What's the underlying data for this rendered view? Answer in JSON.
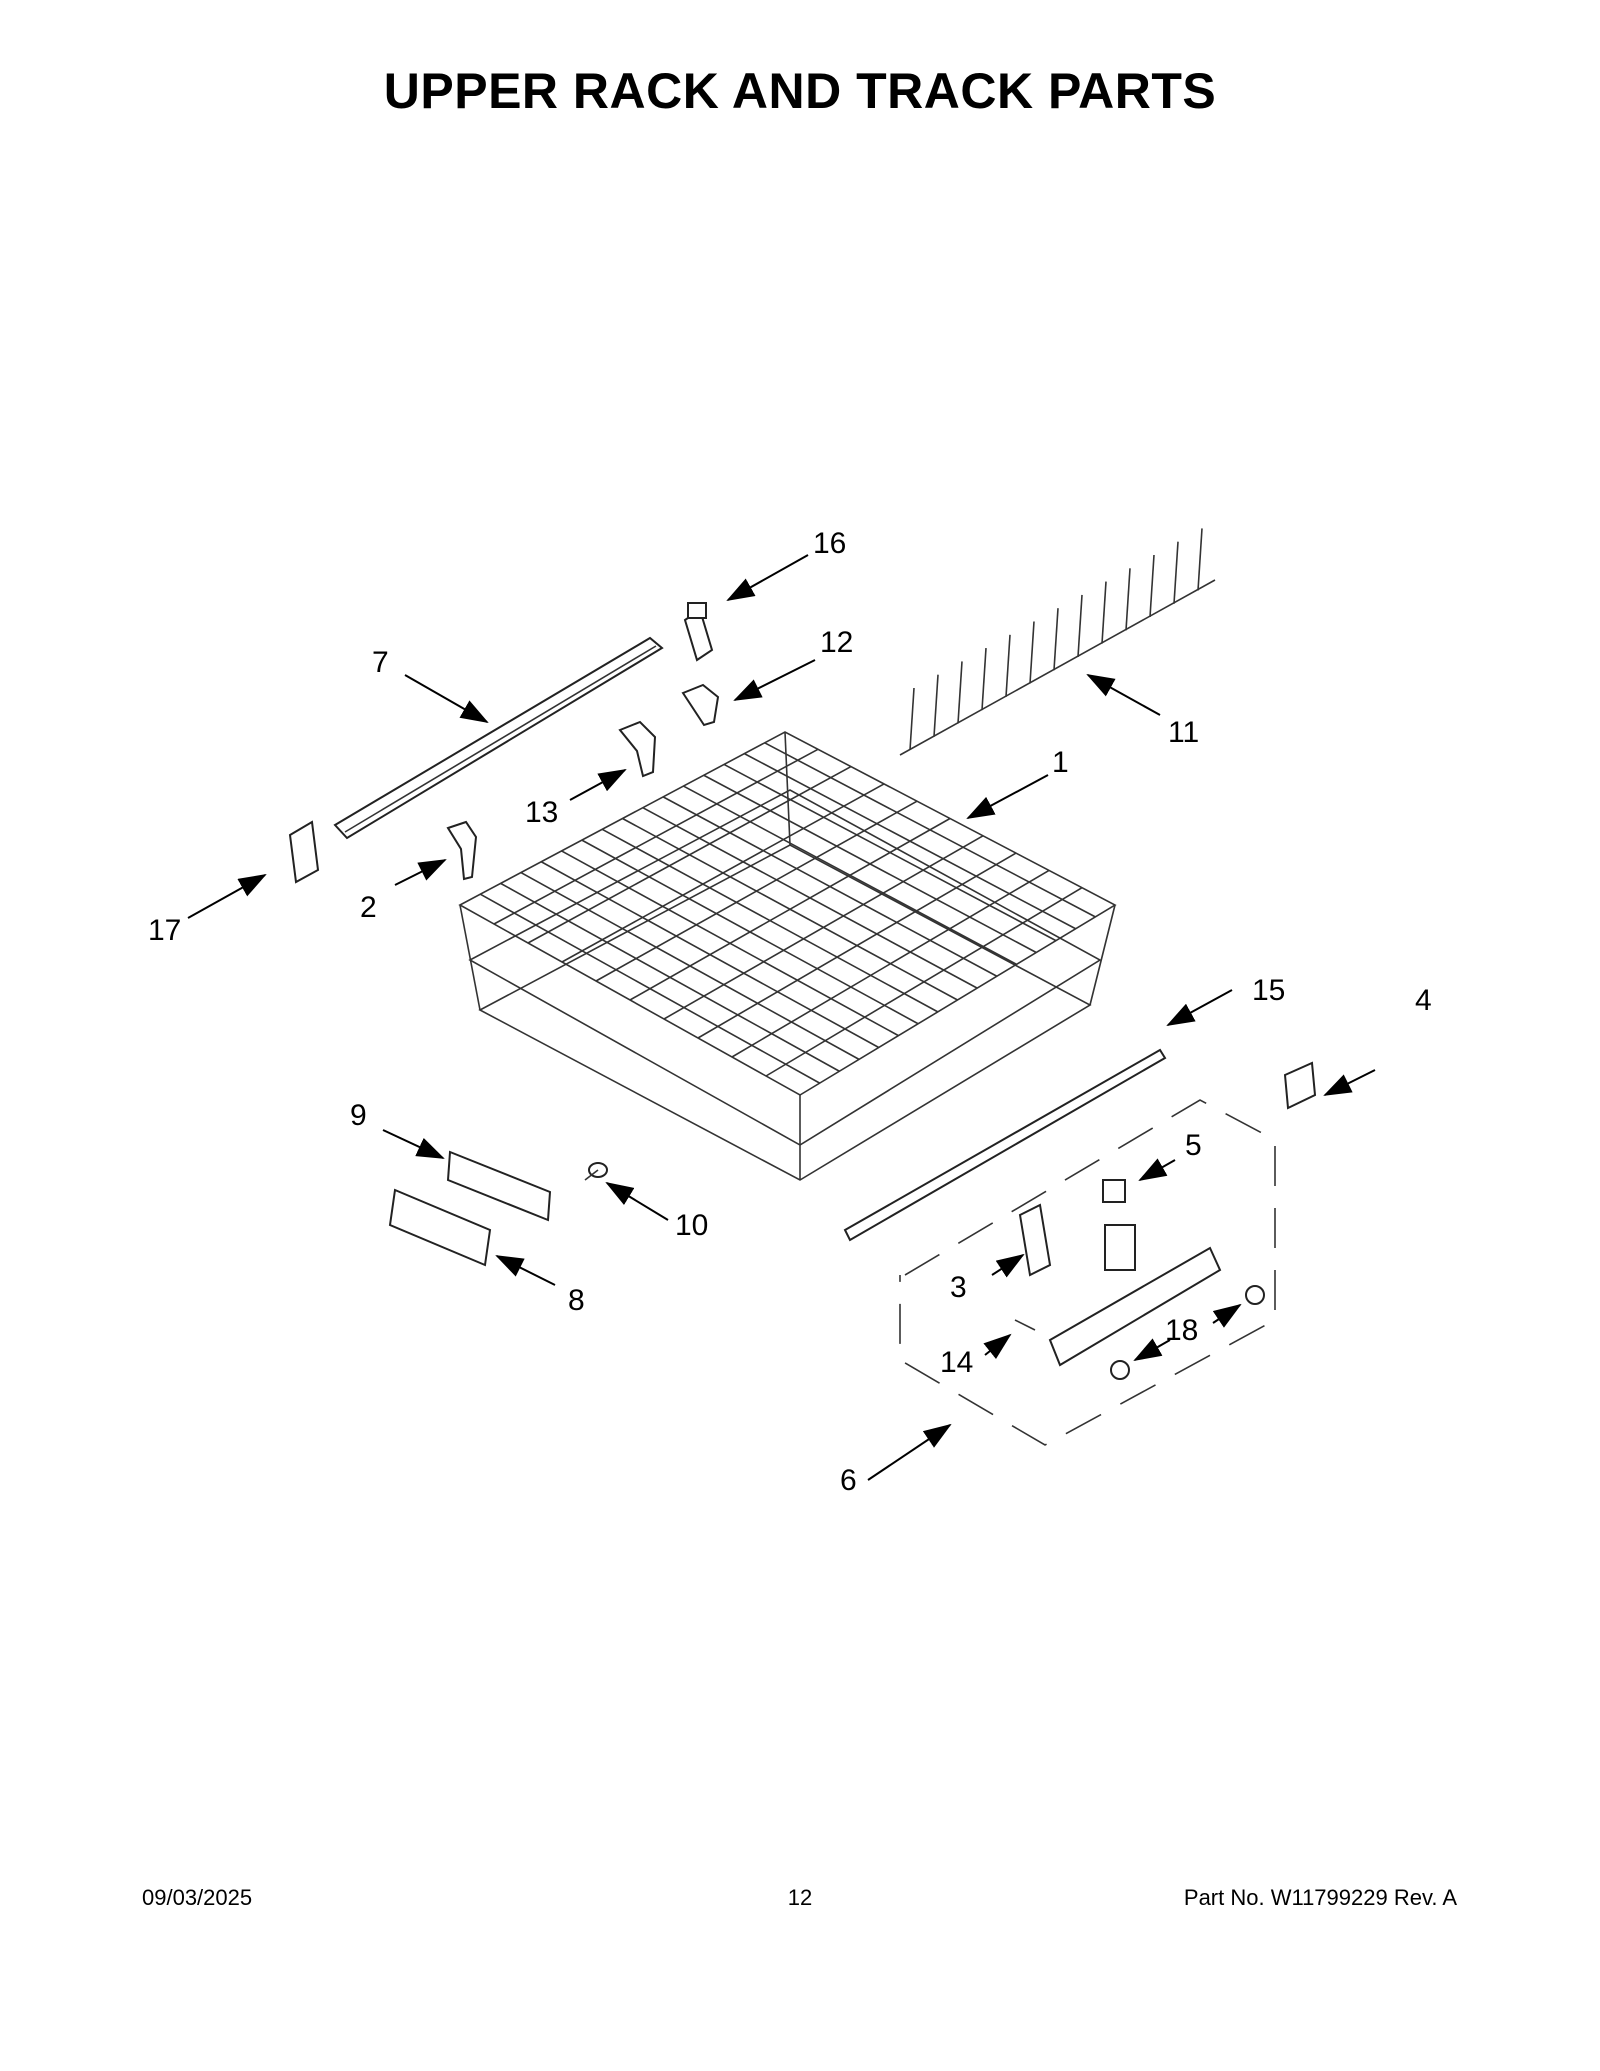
{
  "page": {
    "title": "UPPER RACK AND TRACK PARTS",
    "footer": {
      "date": "09/03/2025",
      "page_number": "12",
      "part_info": "Part No.  W11799229  Rev.  A"
    }
  },
  "callouts": [
    "1",
    "2",
    "3",
    "4",
    "5",
    "6",
    "7",
    "8",
    "9",
    "10",
    "11",
    "12",
    "13",
    "14",
    "15",
    "16",
    "17",
    "18"
  ]
}
